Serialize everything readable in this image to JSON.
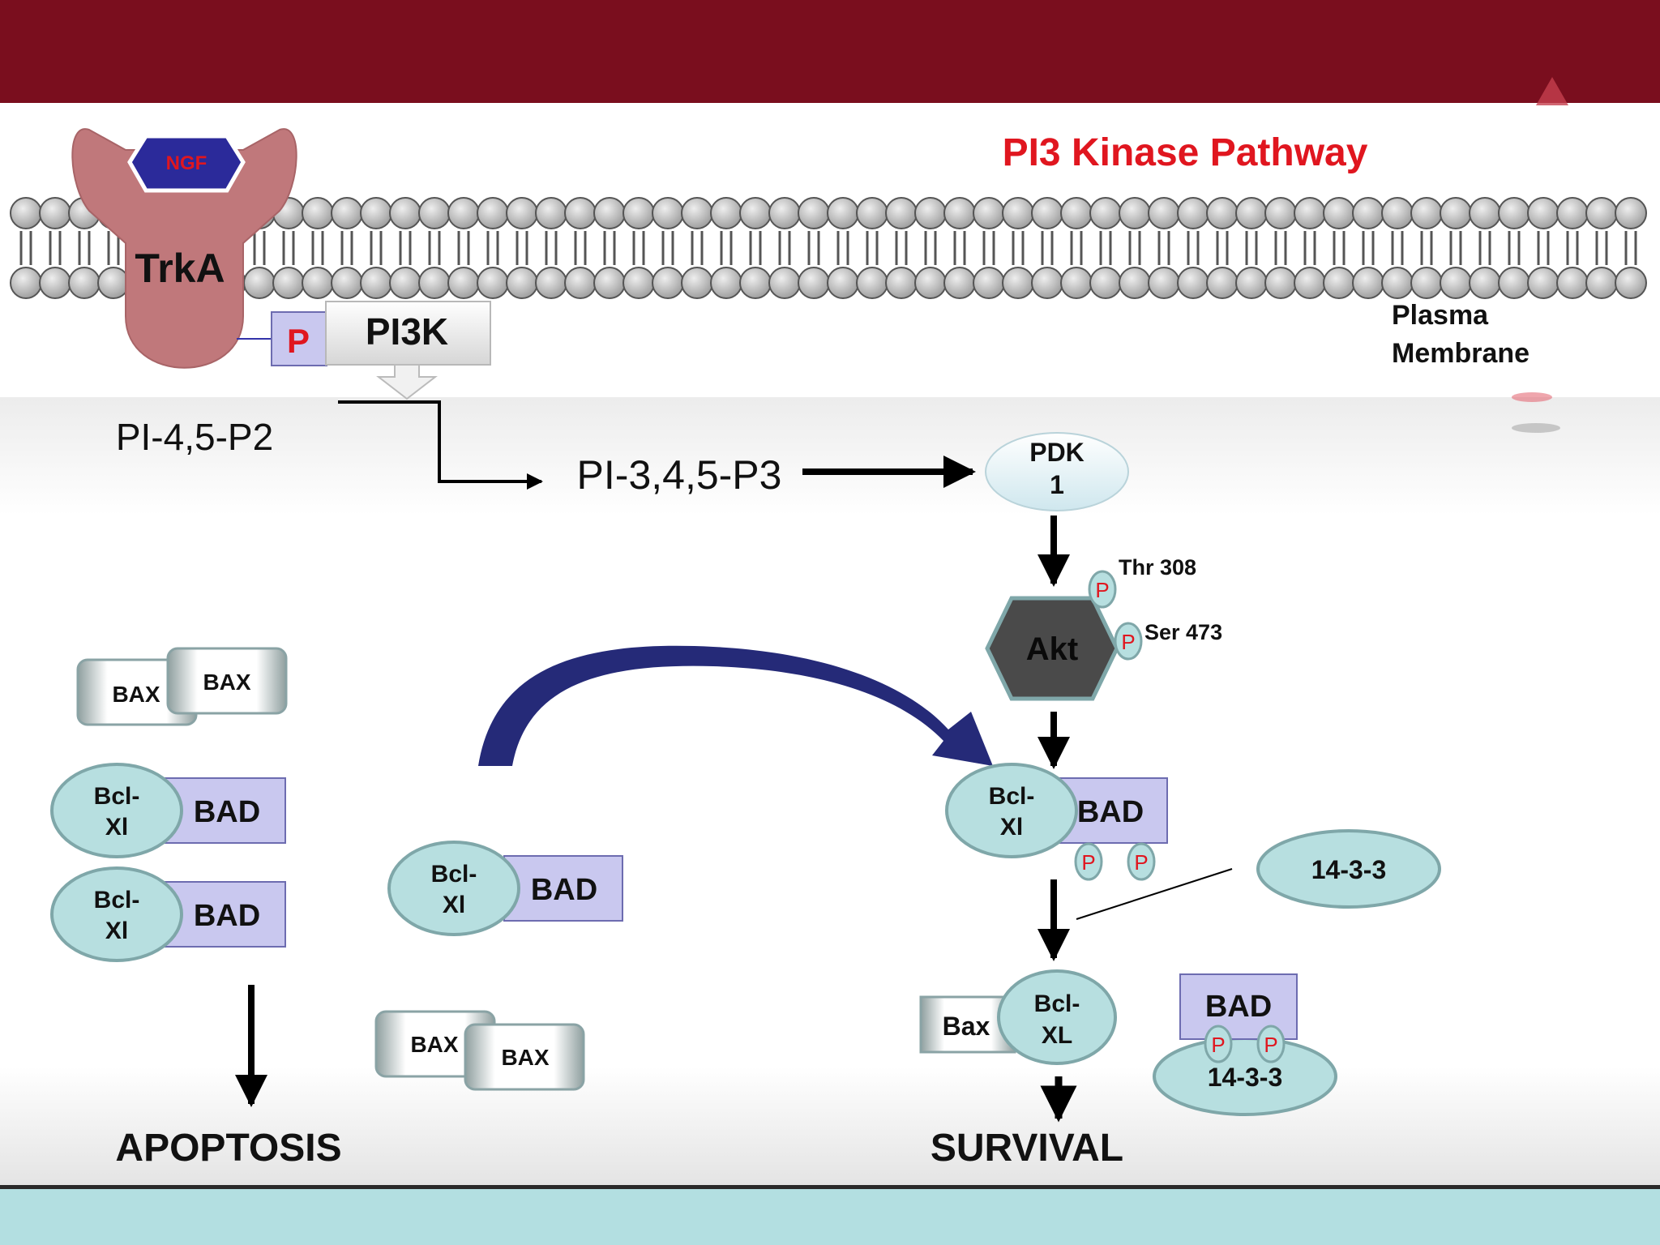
{
  "title": "PI3 Kinase Pathway",
  "receptor": {
    "ligand": "NGF",
    "name": "TrkA",
    "phospho": "P"
  },
  "pi3k": {
    "label": "PI3K"
  },
  "membrane": {
    "line1": "Plasma",
    "line2": "Membrane"
  },
  "lipids": {
    "substrate": "PI-4,5-P2",
    "product": "PI-3,4,5-P3"
  },
  "pdk1": {
    "line1": "PDK",
    "line2": "1"
  },
  "akt": {
    "label": "Akt",
    "site1": "Thr 308",
    "site2": "Ser 473",
    "phospho": "P"
  },
  "proteins": {
    "bax": "BAX",
    "bcl_line1": "Bcl-",
    "bcl_line2": "Xl",
    "bad": "BAD",
    "bcl_xl_line2": "XL",
    "bax_lower": "Bax",
    "p1433": "14-3-3",
    "phospho": "P"
  },
  "outcomes": {
    "apoptosis": "APOPTOSIS",
    "survival": "SURVIVAL"
  },
  "colors": {
    "header": "#7a0e1e",
    "title": "#e0161f",
    "receptor": "#c0787b",
    "ngf": "#2b2a9a",
    "teal": "#b7dfe0",
    "teal_stroke": "#7fa7a9",
    "bad_fill": "#c9c8ef",
    "akt": "#4a4a4a",
    "curve": "#252a78",
    "footer": "#b3dfe1"
  }
}
